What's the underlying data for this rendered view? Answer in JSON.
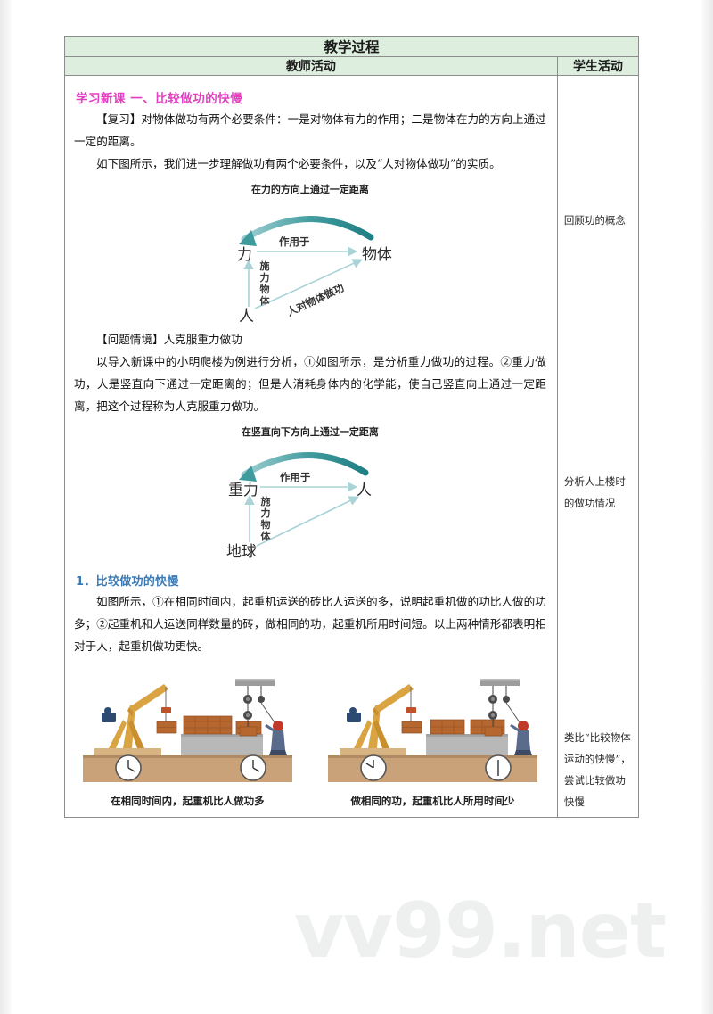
{
  "watermark": "vv99.net",
  "table": {
    "title": "教学过程",
    "col_headers": [
      "教师活动",
      "学生活动"
    ]
  },
  "teacher": {
    "heading_pink": "学习新课  一、比较做功的快慢",
    "para1": "【复习】对物体做功有两个必要条件：一是对物体有力的作用；二是物体在力的方向上通过一定的距离。",
    "para2": "如下图所示，我们进一步理解做功有两个必要条件，以及“人对物体做功”的实质。",
    "para3": "【问题情境】人克服重力做功",
    "para4": "以导入新课中的小明爬楼为例进行分析，①如图所示，是分析重力做功的过程。②重力做功，人是竖直向下通过一定距离的；但是人消耗身体内的化学能，使自己竖直向上通过一定距离，把这个过程称为人克服重力做功。",
    "heading_blue": "1．比较做功的快慢",
    "para5": "如图所示，①在相同时间内，起重机运送的砖比人运送的多，说明起重机做的功比人做的功多；②起重机和人运送同样数量的砖，做相同的功，起重机所用时间短。以上两种情形都表明相对于人，起重机做功更快。"
  },
  "diagram1": {
    "caption": "在力的方向上通过一定距离",
    "node_left": "力",
    "node_right": "物体",
    "node_bottom": "人",
    "arrow_label": "作用于",
    "vertical_label": "施力物体",
    "diagonal_label": "人对物体做功"
  },
  "diagram2": {
    "caption": "在竖直向下方向上通过一定距离",
    "node_left": "重力",
    "node_right": "人",
    "node_bottom": "地球",
    "arrow_label": "作用于",
    "vertical_label": "施力物体",
    "diagonal_label": ""
  },
  "figures": [
    {
      "caption": "在相同时间内，起重机比人做功多"
    },
    {
      "caption": "做相同的功，起重机比人所用时间少"
    }
  ],
  "student": {
    "note1": "回顾功的概念",
    "note2": "分析人上楼时的做功情况",
    "note3": "类比“比较物体运动的快慢”，尝试比较做功快慢"
  },
  "colors": {
    "header_bg": "#ddeede",
    "pink_heading": "#e23fc0",
    "blue_heading": "#3a79b4",
    "teal_arc": "#2d8f92",
    "light_teal": "#a8d3d6",
    "crane_yellow": "#d9a441",
    "brick": "#b5672f",
    "ground": "#c9a27a"
  }
}
